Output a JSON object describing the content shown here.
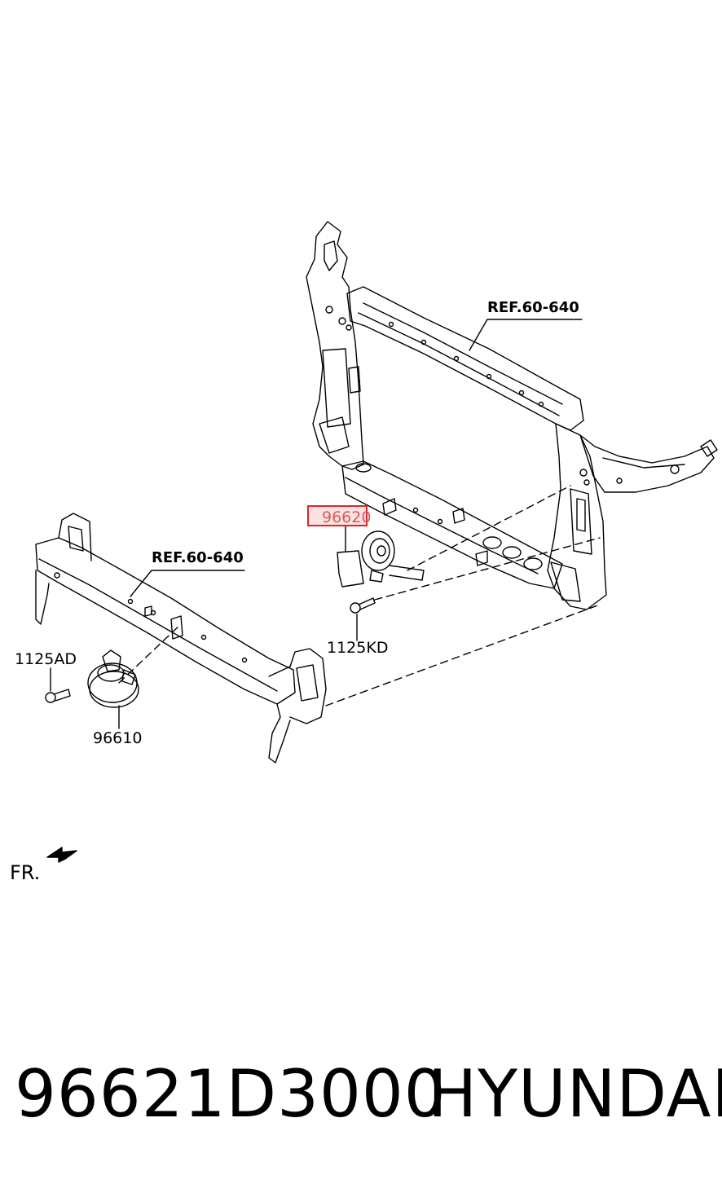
{
  "callouts": {
    "ref_upper": "REF.60-640",
    "ref_lower": "REF.60-640",
    "part_96620": "96620",
    "bolt_1125KD": "1125KD",
    "bolt_1125AD": "1125AD",
    "part_96610": "96610",
    "front_indicator": "FR."
  },
  "footer": {
    "part_number": "96621D3000",
    "brand": "HYUNDAI"
  },
  "colors": {
    "highlight_border": "#e0242b",
    "highlight_text": "#d85a5a"
  }
}
